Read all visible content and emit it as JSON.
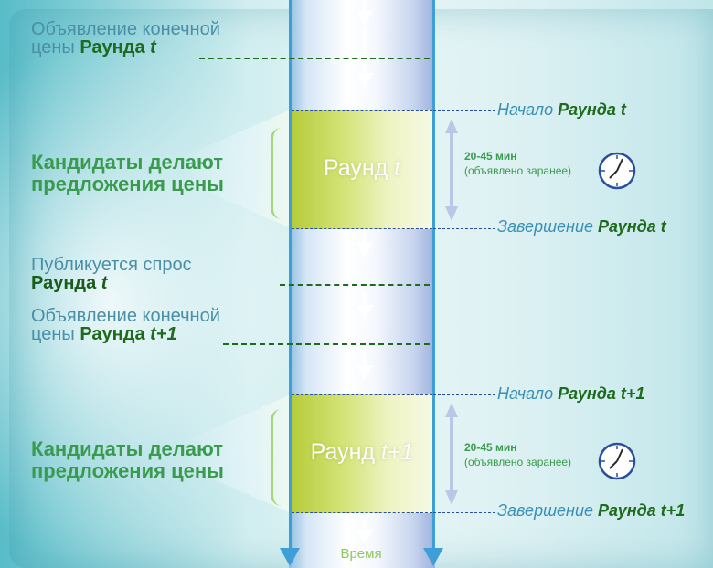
{
  "left": {
    "final_price_1": {
      "line1": "Объявление конечной",
      "line2_prefix": "цены ",
      "round_word": "Раунда ",
      "round_var": "t"
    },
    "candidates_1": {
      "line1": "Кандидаты делают",
      "line2": "предложения цены"
    },
    "demand": {
      "line1": "Публикуется спрос",
      "round_word": "Раунда ",
      "round_var": "t"
    },
    "final_price_2": {
      "line1": "Объявление конечной",
      "line2_prefix": "цены ",
      "round_word": "Раунда ",
      "round_var": "t+1"
    },
    "candidates_2": {
      "line1": "Кандидаты делают",
      "line2": "предложения цены"
    }
  },
  "center": {
    "round_1": {
      "word": "Раунд ",
      "var": "t"
    },
    "round_2": {
      "word": "Раунд ",
      "var": "t+1"
    },
    "time_label": "Время"
  },
  "right": {
    "start_1": {
      "prefix": "Начало ",
      "round": "Раунда t"
    },
    "end_1": {
      "prefix": "Завершение ",
      "round": "Раунда t"
    },
    "start_2": {
      "prefix": "Начало ",
      "round": "Раунда t+1"
    },
    "end_2": {
      "prefix": "Завершение ",
      "round": "Раунда t+1"
    },
    "duration_1": {
      "value": "20-45 мин",
      "note": "(объявлено заранее)"
    },
    "duration_2": {
      "value": "20-45 мин",
      "note": "(объявлено заранее)"
    }
  },
  "icons": [
    "clock-icon",
    "brace-icon",
    "arrow-down-icon",
    "double-arrow-icon"
  ],
  "colors": {
    "column_line": "#3e9fd8",
    "round_fill": "#c8d94f",
    "label_green": "#1e6a1e",
    "accent_blue": "#3a8fb5"
  }
}
